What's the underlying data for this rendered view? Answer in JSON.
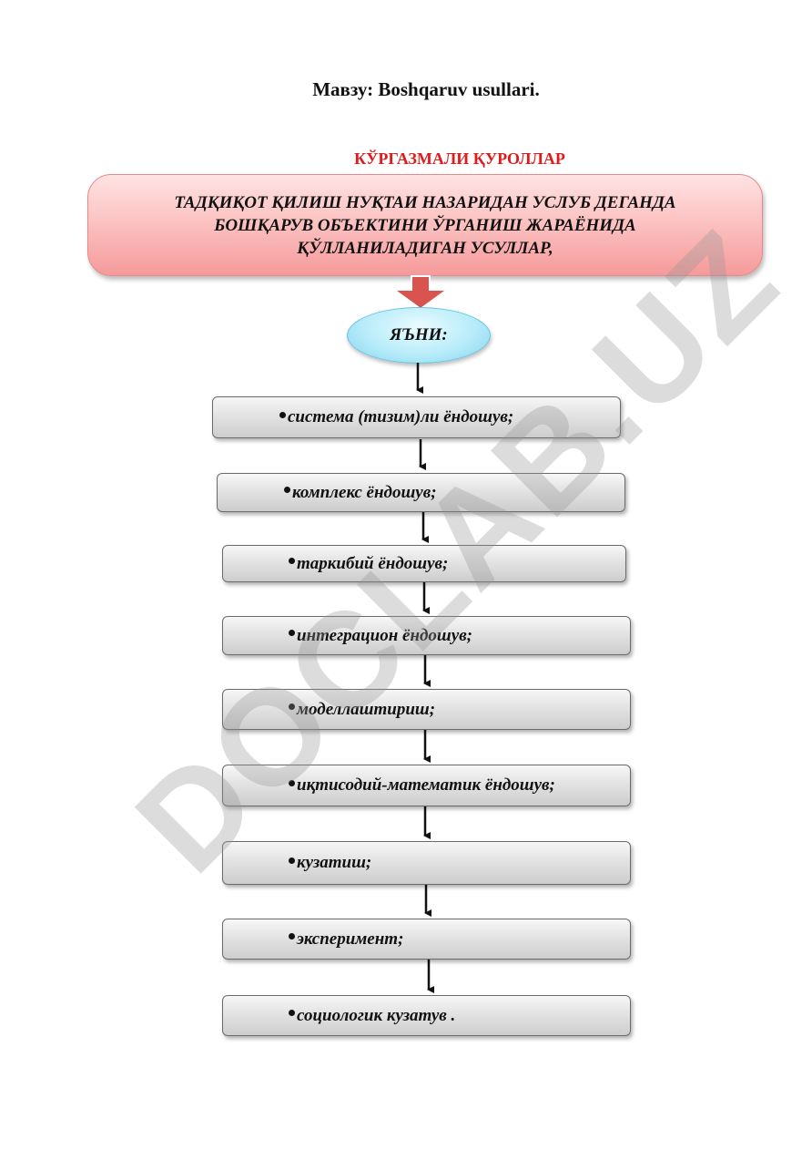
{
  "header": {
    "title": "Мавзу: Boshqaruv usullari.",
    "subtitle": "КЎРГАЗМАЛИ ҚУРОЛЛАР"
  },
  "diagram": {
    "top_box_lines": [
      "ТАДҚИҚОТ ҚИЛИШ НУҚТАИ НАЗАРИДАН УСЛУБ ДЕГАНДА",
      "БОШҚАРУВ ОБЪЕКТИНИ ЎРГАНИШ ЖАРАЁНИДА",
      "ҚЎЛЛАНИЛАДИГАН УСУЛЛАР,"
    ],
    "ellipse_label": "ЯЪНИ:",
    "items": [
      "система (тизим)ли ёндошув;",
      "комплекс ёндошув;",
      "таркибий ёндошув;",
      "интеграцион ёндошув;",
      "моделлаштириш;",
      "иқтисодий-математик ёндошув;",
      "кузатиш;",
      "эксперимент;",
      "социологик кузатув ."
    ]
  },
  "watermark": "DOCLAB.UZ",
  "colors": {
    "subtitle": "#e01b1b",
    "top_box": "#f9b3b3",
    "ellipse": "#aee6f7",
    "item_box": "#dcdcdc",
    "arrow_fill": "#d9534f"
  }
}
